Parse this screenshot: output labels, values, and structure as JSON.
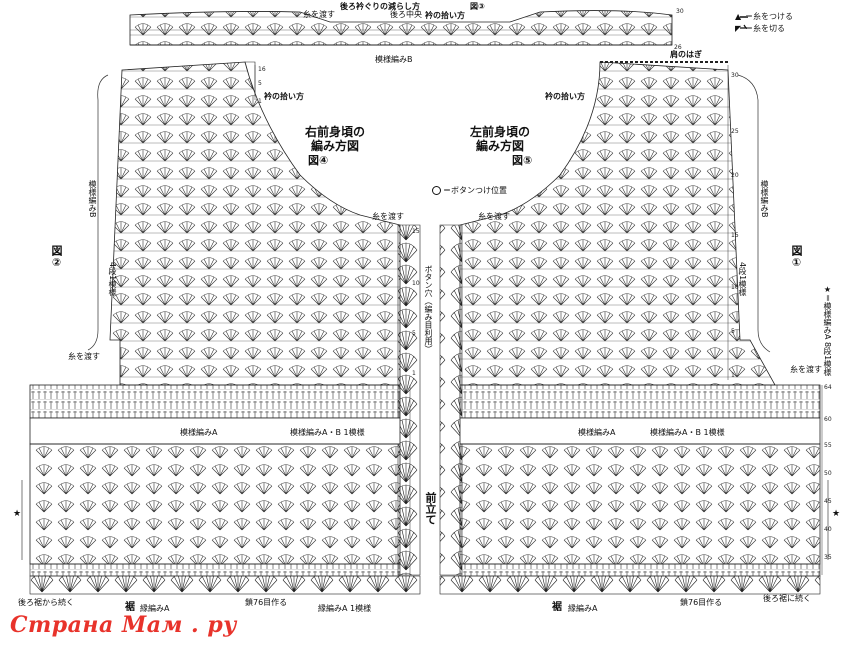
{
  "top": {
    "title": "後ろ衿ぐりの減らし方",
    "fig_ref": "図③",
    "yarn_pass": "糸を渡す",
    "back_center": "後ろ中央",
    "collar_pickup": "衿の拾い方",
    "pattern_b": "模様編みB",
    "row_top": "30",
    "row_26": "26"
  },
  "legend": {
    "attach": "＝糸をつける",
    "cut": "＝糸を切る"
  },
  "shoulder_join": "肩のはぎ",
  "right_front": {
    "title_line1": "右前身頃の",
    "title_line2": "編み方図",
    "fig": "図④",
    "collar_pickup": "衿の拾い方",
    "yarn_pass": "糸を渡す",
    "buttonhole": "ボタン穴（編み目利用）",
    "pattern_b_side": "模様編みB",
    "rows_label": "4段1模様",
    "fig_side": "図②"
  },
  "left_front": {
    "title_line1": "左前身頃の",
    "title_line2": "編み方図",
    "fig": "図⑤",
    "button_pos": "＝ボタンつけ位置",
    "collar_pickup": "衿の拾い方",
    "yarn_pass": "糸を渡す",
    "pattern_b_side": "模様編みB",
    "rows_label": "4段1模様",
    "fig_side": "図①",
    "note": "★＝模様編みA 8段1模様"
  },
  "body": {
    "pattern_a": "模様編みA",
    "pattern_ab": "模様編みA・B 1模様",
    "front_band": "前立て",
    "hem": "裾",
    "edge_a": "縁編みA",
    "edge_a_1": "縁編みA 1模様",
    "chain_76": "鎖76目作る",
    "from_back_left": "後ろ裾から続く",
    "from_back_right": "後ろ裾に続く",
    "yarn_pass_left": "糸を渡す",
    "yarn_pass_right": "糸を渡す"
  },
  "row_numbers": [
    "30",
    "25",
    "20",
    "15",
    "10",
    "5",
    "1",
    "64",
    "60",
    "55",
    "50",
    "45",
    "40",
    "35",
    "15",
    "10",
    "5",
    "1",
    "16",
    "5",
    "1"
  ],
  "watermark": "Страна Мам . ру"
}
